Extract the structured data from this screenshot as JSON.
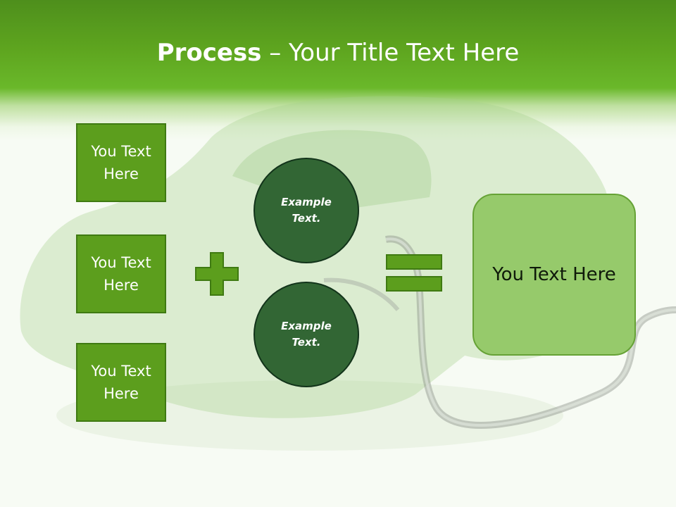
{
  "header": {
    "title_bold": "Process",
    "title_rest": " – Your Title Text Here"
  },
  "inputs": [
    {
      "label": "You Text Here"
    },
    {
      "label": "You Text Here"
    },
    {
      "label": "You Text Here"
    }
  ],
  "operators": {
    "plus": "plus-sign-icon",
    "equals": "equals-sign-icon"
  },
  "circles": [
    {
      "label": "Example Text."
    },
    {
      "label": "Example Text."
    }
  ],
  "result": {
    "label": "You Text Here"
  },
  "colors": {
    "header_green": "#5ea51f",
    "box_green": "#5c9e1d",
    "circle_green": "#326634",
    "result_green": "#96ca6b"
  }
}
